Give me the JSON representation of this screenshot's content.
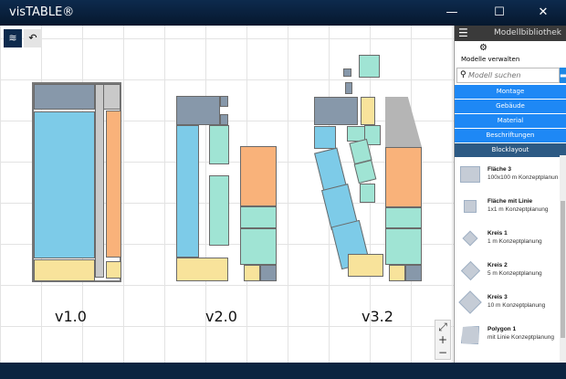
{
  "window": {
    "title": "visTABLE®",
    "minimize": "—",
    "maximize": "☐",
    "close": "✕"
  },
  "toolbar": {
    "logo_icon": "vistable-logo-icon",
    "undo": "↶"
  },
  "canvas": {
    "versions": [
      "v1.0",
      "v2.0",
      "v3.2"
    ],
    "zoom": {
      "fit": "⤢",
      "in": "+",
      "out": "−"
    }
  },
  "sidebar": {
    "menu": "☰",
    "title": "Modellbibliothek",
    "manage_label": "Modelle verwalten",
    "search_placeholder": "Modell suchen",
    "categories": [
      "Montage",
      "Gebäude",
      "Material",
      "Beschriftungen",
      "Blocklayout"
    ],
    "active_category": "Blocklayout",
    "items": [
      {
        "name": "Fläche 3",
        "desc": "100x100 m Konzeptplanun"
      },
      {
        "name": "Fläche mit Linie",
        "desc": "1x1 m Konzeptplanung"
      },
      {
        "name": "Kreis 1",
        "desc": "1 m Konzeptplanung"
      },
      {
        "name": "Kreis 2",
        "desc": "5 m Konzeptplanung"
      },
      {
        "name": "Kreis 3",
        "desc": "10 m Konzeptplanung"
      },
      {
        "name": "Polygon 1",
        "desc": "mit Linie Konzeptplanung"
      }
    ]
  },
  "colors": {
    "accent": "#1e88f5",
    "active": "#2d5a84",
    "titlebar": "#0d2a4d"
  }
}
